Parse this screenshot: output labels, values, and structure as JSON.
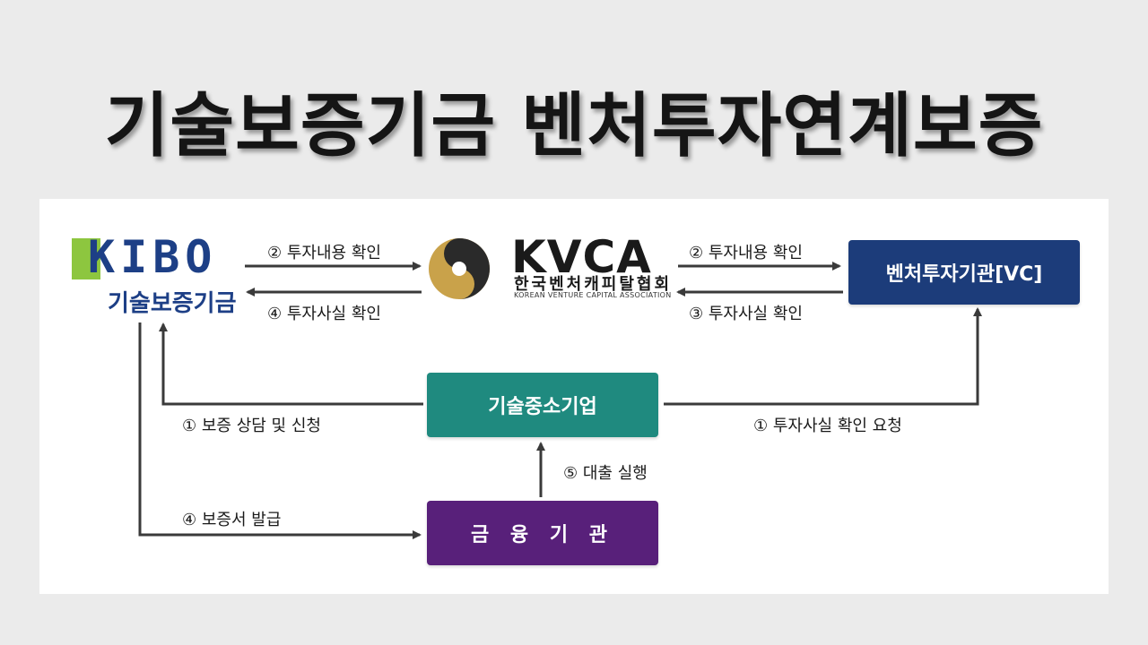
{
  "title": "기술보증기금 벤처투자연계보증",
  "kibo": {
    "logo_text": "KIBO",
    "name": "기술보증기금"
  },
  "kvca": {
    "logo_text": "KVCA",
    "name_kr": "한국벤처캐피탈협회",
    "name_en": "KOREAN VENTURE CAPITAL ASSOCIATION"
  },
  "nodes": {
    "vc": "벤처투자기관[VC]",
    "sme": "기술중소기업",
    "finance": "금 융 기 관"
  },
  "flows": {
    "kibo_to_kvca": "② 투자내용 확인",
    "kvca_to_kibo": "④ 투자사실 확인",
    "kvca_to_vc": "② 투자내용 확인",
    "vc_to_kvca": "③ 투자사실 확인",
    "sme_to_kibo": "① 보증 상담 및 신청",
    "sme_to_vc": "① 투자사실 확인 요청",
    "finance_to_sme": "⑤ 대출 실행",
    "kibo_to_finance": "④ 보증서 발급"
  }
}
